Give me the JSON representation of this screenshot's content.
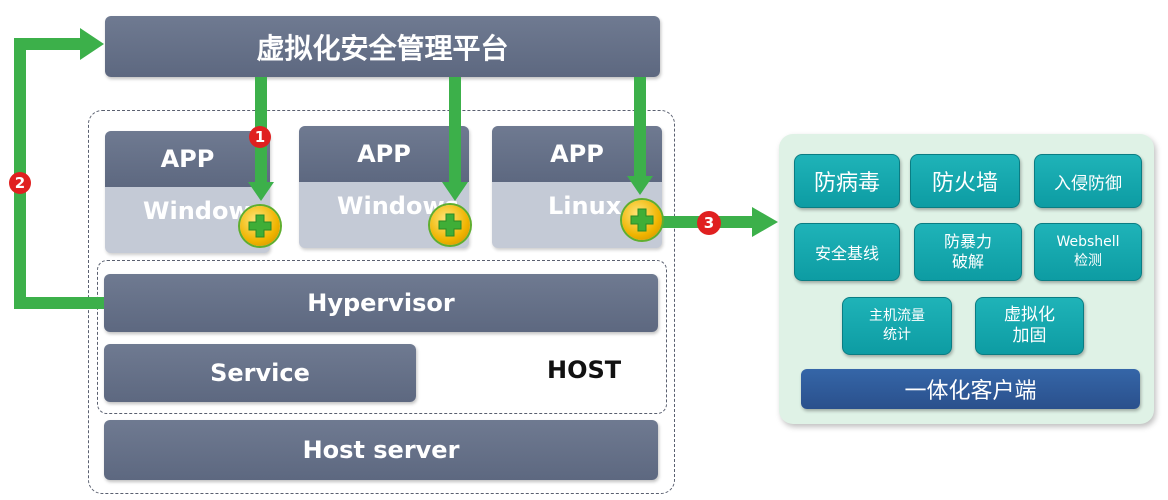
{
  "platform": {
    "title": "虚拟化安全管理平台"
  },
  "vms": [
    {
      "app": "APP",
      "os": "Windows"
    },
    {
      "app": "APP",
      "os": "Windows"
    },
    {
      "app": "APP",
      "os": "Linux"
    }
  ],
  "host": {
    "hypervisor": "Hypervisor",
    "service": "Service",
    "host_label": "HOST",
    "host_server": "Host server"
  },
  "steps": [
    "1",
    "2",
    "3"
  ],
  "client_panel": {
    "items": [
      "防病毒",
      "防火墙",
      "入侵防御",
      "安全基线",
      "防暴力\n破解",
      "Webshell\n检测",
      "主机流量\n统计",
      "虚拟化\n加固"
    ],
    "footer": "一体化客户端"
  },
  "colors": {
    "arrow_green": "#3cb04a",
    "box_gray": "#65708a",
    "teal": "#15a8ae",
    "panel_bg": "#dff2e6",
    "footer_blue": "#2e5a98",
    "badge_red": "#e02020"
  },
  "icons": [
    "agent-plugin-icon"
  ]
}
